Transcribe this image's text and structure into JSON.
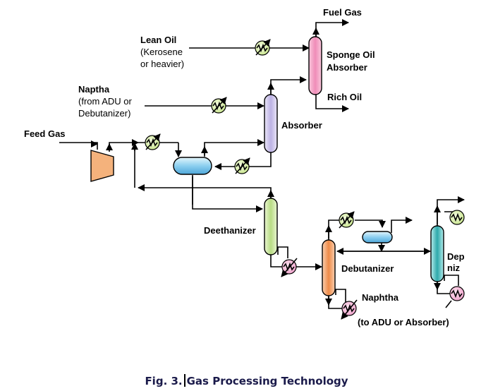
{
  "labels": {
    "fuel_gas": "Fuel Gas",
    "lean_oil_1": "Lean Oil",
    "lean_oil_2": "(Kerosene",
    "lean_oil_3": "or heavier)",
    "sponge_1": "Sponge Oil",
    "sponge_2": "Absorber",
    "rich_oil": "Rich Oil",
    "naptha_1": "Naptha",
    "naptha_2": "(from ADU or",
    "naptha_3": "Debutanizer)",
    "absorber": "Absorber",
    "feed_gas": "Feed Gas",
    "deethanizer": "Deethanizer",
    "debutanizer": "Debutanizer",
    "naphtha_out": "Naphtha",
    "naphtha_dest": "(to ADU or Absorber)",
    "dep_1": "Dep",
    "dep_2": "niz"
  },
  "caption": {
    "fig": "Fig. 3.",
    "title": "Gas Processing Technology"
  },
  "colors": {
    "sponge_absorber": "#f2a6c8",
    "absorber": "#cfc6ec",
    "separator": "#a9dcf2",
    "deethanizer": "#c9e6a0",
    "debutanizer": "#f2a068",
    "depropanizer": "#3eb6b6",
    "compressor": "#f2b27a",
    "exchanger_green": "#d8f0a8",
    "exchanger_pink": "#f4b6d8"
  }
}
